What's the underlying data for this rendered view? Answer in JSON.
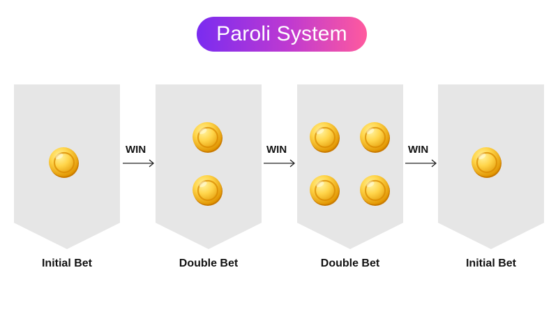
{
  "title": "Paroli System",
  "steps": [
    {
      "label": "Initial Bet",
      "coins": 1
    },
    {
      "label": "Double Bet",
      "coins": 2
    },
    {
      "label": "Double Bet",
      "coins": 4
    },
    {
      "label": "Initial Bet",
      "coins": 1
    }
  ],
  "transitions": [
    {
      "label": "WIN"
    },
    {
      "label": "WIN"
    },
    {
      "label": "WIN"
    }
  ],
  "icons": {
    "coin": "gold-coin-icon",
    "arrow": "arrow-right-icon"
  },
  "colors": {
    "card": "#e6e6e6",
    "coin_light": "#ffd54a",
    "coin_dark": "#e09400",
    "title_gradient_start": "#7a2cf0",
    "title_gradient_end": "#ff5a9e"
  }
}
